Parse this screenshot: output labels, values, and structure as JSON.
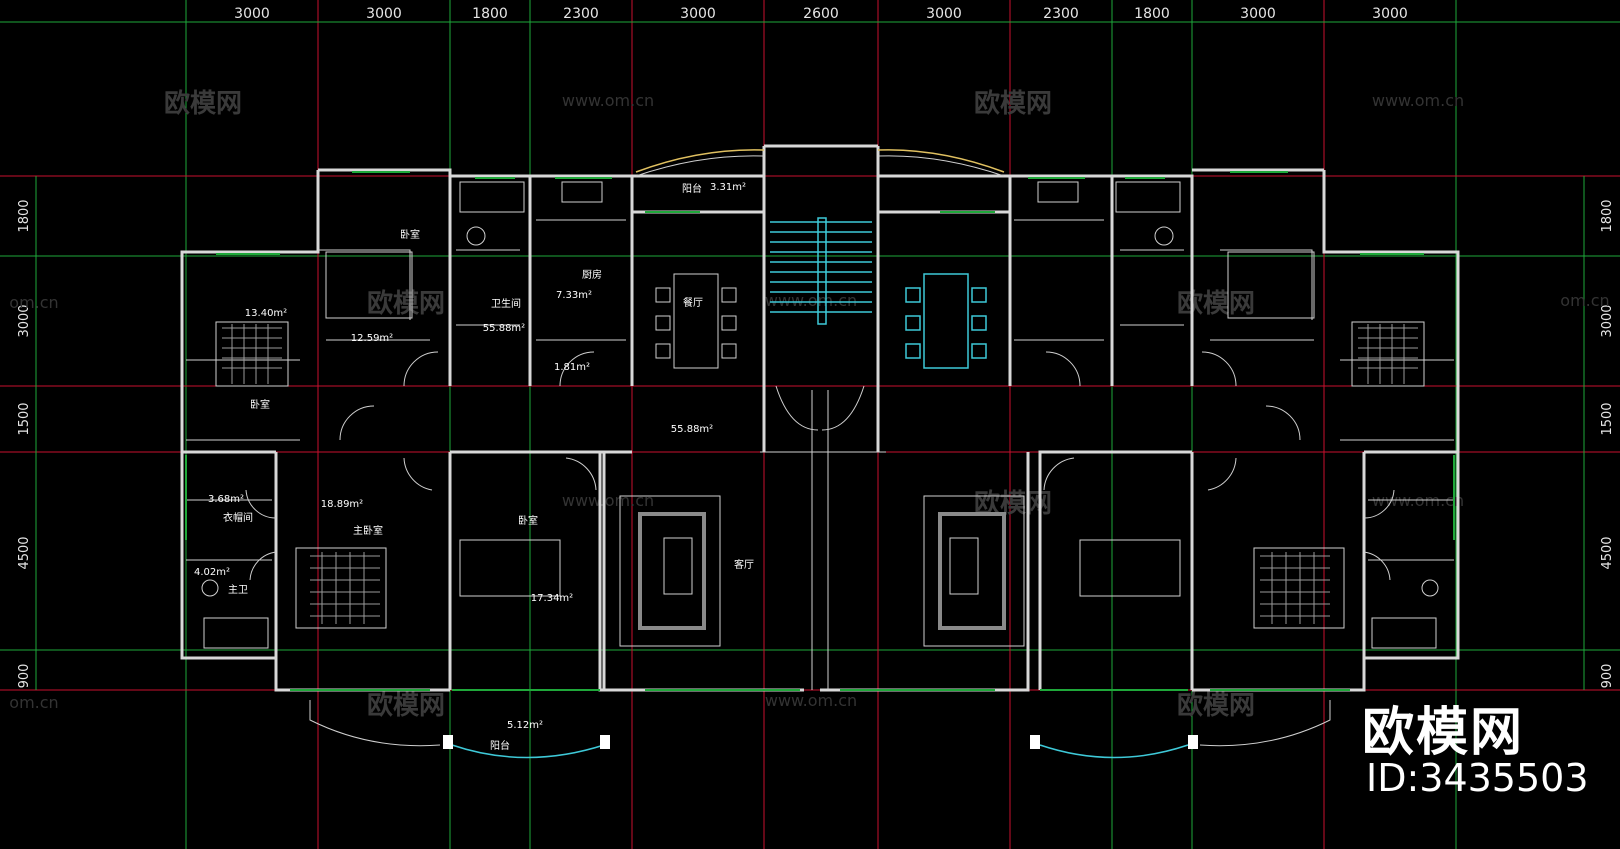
{
  "dimensions_top": [
    "3000",
    "3000",
    "1800",
    "2300",
    "3000",
    "2600",
    "3000",
    "2300",
    "1800",
    "3000",
    "3000"
  ],
  "dimensions_left": [
    "1800",
    "3000",
    "1500",
    "4500",
    "900"
  ],
  "dimensions_right": [
    "1800",
    "3000",
    "1500",
    "4500",
    "900"
  ],
  "rooms": {
    "balcony_top": "阳台",
    "balcony_top_area": "3.31m²",
    "bedroom_tl": "卧室",
    "bedroom_tl_area": "12.59m²",
    "bedroom_far_left_area": "13.40m²",
    "bedroom_far_left": "卧室",
    "bathroom": "卫生间",
    "bathroom_area": "55.88m²",
    "kitchen": "厨房",
    "kitchen_area": "7.33m²",
    "storage_area": "1.81m²",
    "dining": "餐厅",
    "hall_area": "55.88m²",
    "closet_area": "3.68m²",
    "closet": "衣帽间",
    "master_bedroom_area": "18.89m²",
    "master_bedroom": "主卧室",
    "master_bath_area": "4.02m²",
    "master_bath": "主卫",
    "bedroom_mid": "卧室",
    "bedroom_mid_area": "17.34m²",
    "living_room": "客厅",
    "balcony_bottom_area": "5.12m²",
    "balcony_bottom": "阳台"
  },
  "watermark": {
    "name": "欧模网",
    "url": "www.om.cn",
    "url_short": "om.cn"
  },
  "brand": {
    "name": "欧模网",
    "id": "ID:3435503"
  },
  "colors": {
    "background": "#000000",
    "grid_green": "#1ea83a",
    "grid_red": "#c8102e",
    "wall": "#d8d8d8",
    "cyan": "#3ec9d8"
  }
}
